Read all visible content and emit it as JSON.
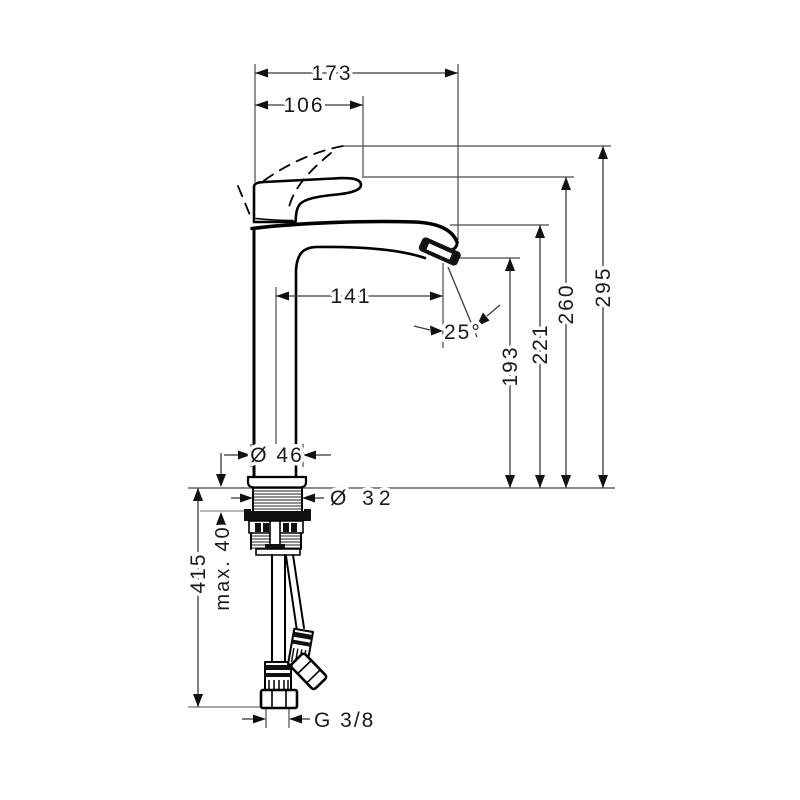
{
  "drawing": {
    "kind": "technical dimension drawing",
    "background": "#ffffff",
    "line_color": "#000000",
    "dim_color": "#1a1a1a"
  },
  "dims": {
    "total_depth": "173",
    "handle_depth": "106",
    "spout_reach": "141",
    "spout_angle": "25°",
    "outlet_height": "193",
    "spout_height": "221",
    "body_height": "260",
    "overall_height": "295",
    "body_diameter": "Ø 46",
    "shank_diameter": "Ø 32",
    "max_mounting_thickness": "max. 40",
    "hose_length": "415",
    "connection_thread": "G 3/8"
  }
}
